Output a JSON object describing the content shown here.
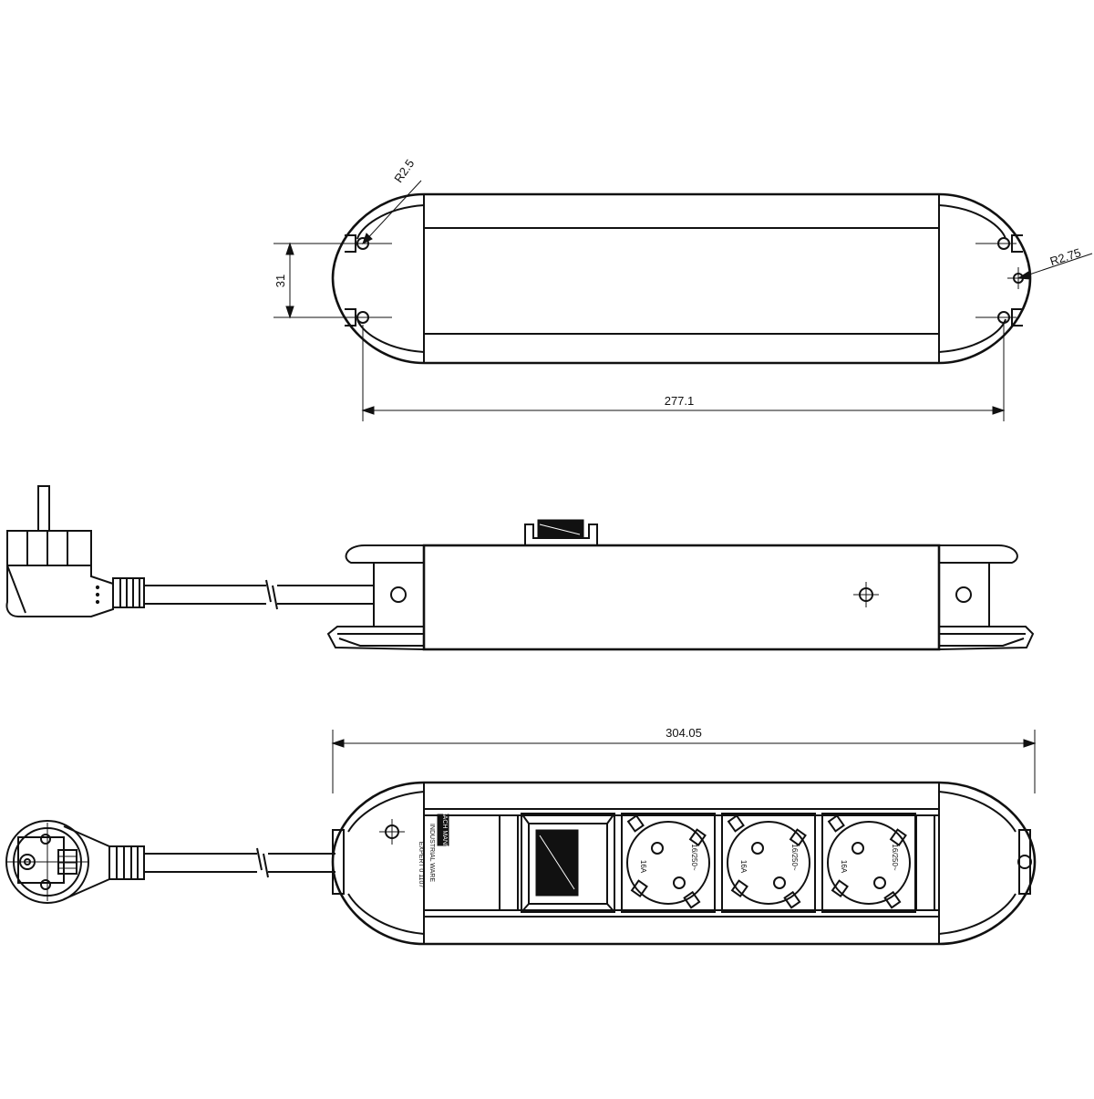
{
  "dimensions": {
    "top_radius_left": "R2.5",
    "top_radius_right": "R2.75",
    "top_hole_spacing": "31",
    "top_length": "277.1",
    "front_length": "304.05"
  },
  "socket_marks": {
    "amp": "16A",
    "volt": "16/250~"
  },
  "brand_text": {
    "logo": "BACH MANN",
    "model": "INDUSTRIAL WARE",
    "code": "EXPERT 0 1107"
  },
  "colors": {
    "line": "#111111",
    "background": "#ffffff"
  }
}
